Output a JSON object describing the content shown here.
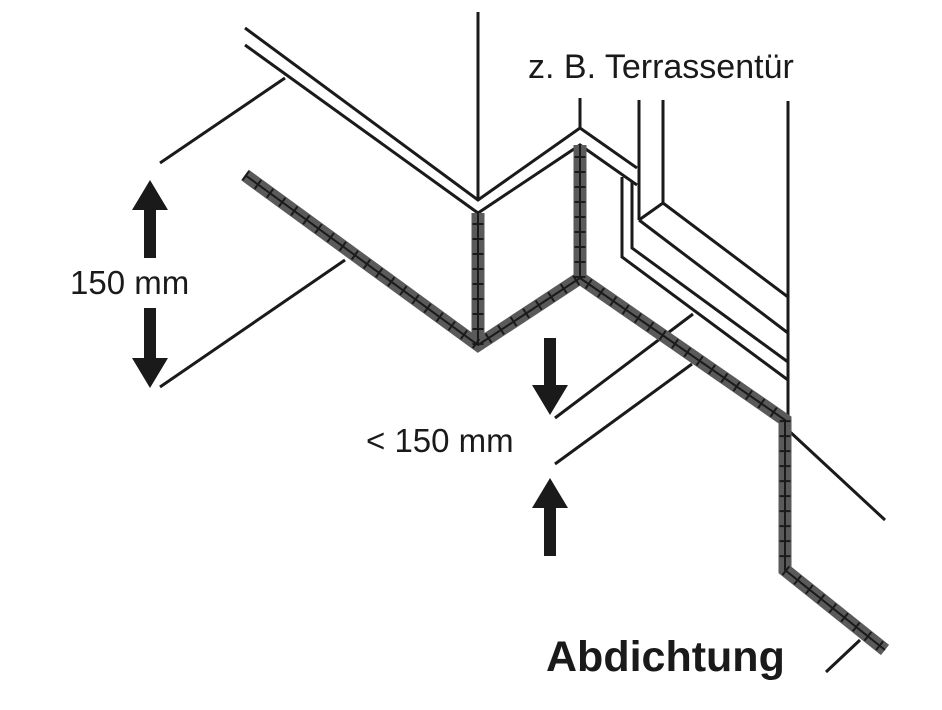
{
  "labels": {
    "door": "z. B. Terrassentür",
    "height_left": "150 mm",
    "height_right": "< 150 mm",
    "waterproofing": "Abdichtung"
  },
  "colors": {
    "line": "#1a1a1a",
    "membrane": "#5a5a5a"
  }
}
